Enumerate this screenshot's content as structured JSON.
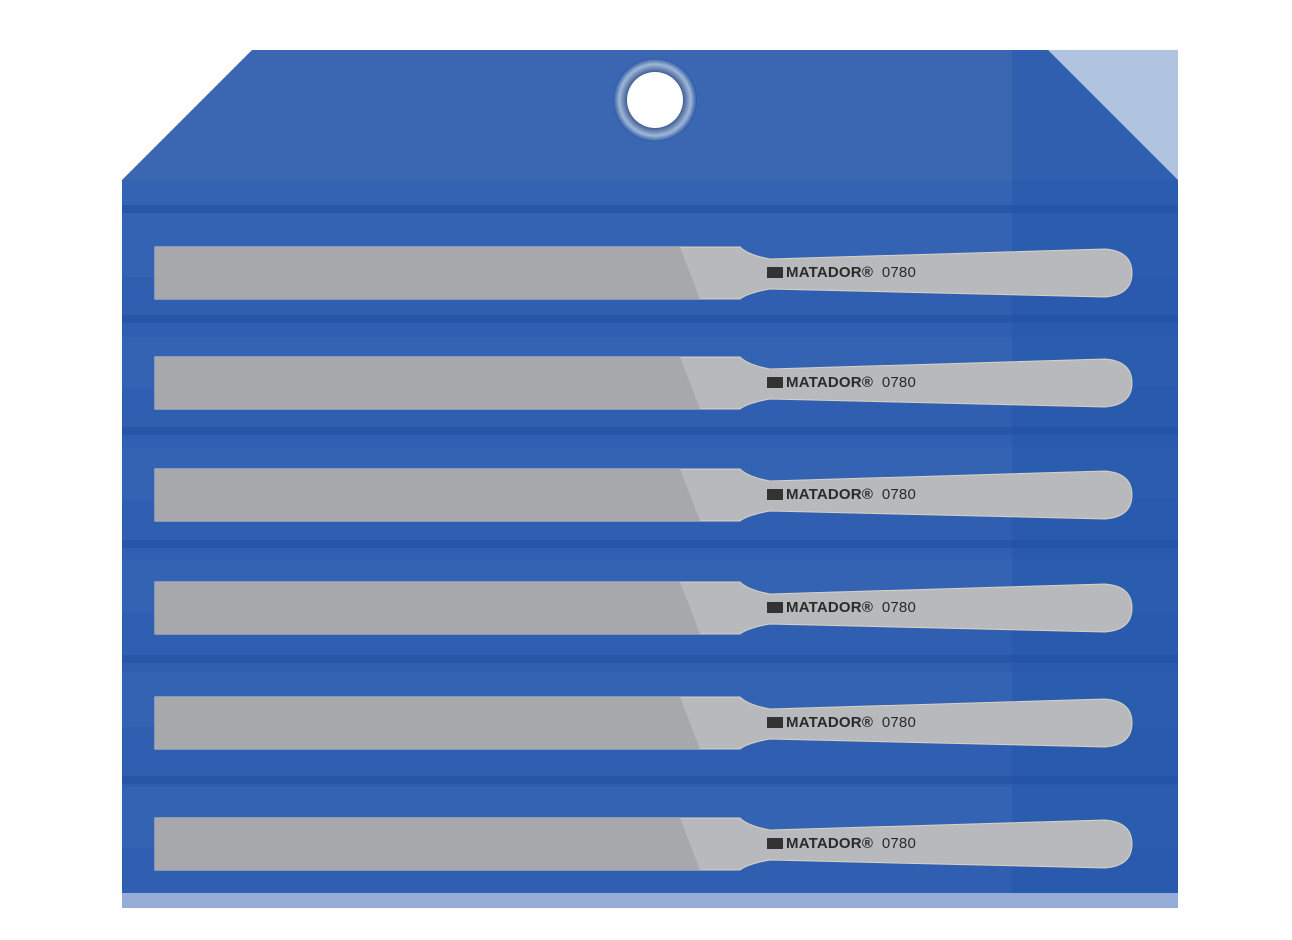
{
  "product": {
    "pouch_color": "#3463b3",
    "flap_color": "#3a66b2",
    "pocket_color": "#2c5cb0",
    "strip_color": "#1c52a6",
    "file_color": "#b8b9bc",
    "files": [
      {
        "brand": "MATADOR®",
        "code": "0780"
      },
      {
        "brand": "MATADOR®",
        "code": "0780"
      },
      {
        "brand": "MATADOR®",
        "code": "0780"
      },
      {
        "brand": "MATADOR®",
        "code": "0780"
      },
      {
        "brand": "MATADOR®",
        "code": "0780"
      },
      {
        "brand": "MATADOR®",
        "code": "0780"
      }
    ]
  }
}
